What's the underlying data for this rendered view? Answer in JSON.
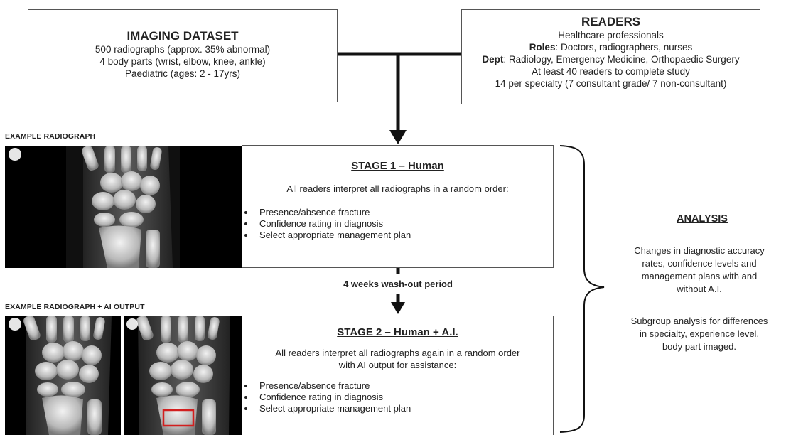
{
  "dataset": {
    "title": "IMAGING DATASET",
    "lines": [
      "500 radiographs (approx. 35% abnormal)",
      "4 body parts (wrist, elbow, knee, ankle)",
      "Paediatric (ages: 2 - 17yrs)"
    ]
  },
  "readers": {
    "title": "READERS",
    "line1": "Healthcare professionals",
    "roles_label": "Roles",
    "roles_value": ": Doctors, radiographers, nurses",
    "dept_label": "Dept",
    "dept_value": ": Radiology, Emergency Medicine, Orthopaedic Surgery",
    "line4": "At least 40 readers to complete study",
    "line5": "14 per specialty (7 consultant grade/ 7 non-consultant)"
  },
  "example1_label": "EXAMPLE RADIOGRAPH",
  "example2_label": "EXAMPLE RADIOGRAPH + AI OUTPUT",
  "stage1": {
    "title": "STAGE 1 –  Human",
    "intro": "All readers interpret all radiographs in a random order:",
    "bullets": [
      "Presence/absence fracture",
      "Confidence rating in diagnosis",
      "Select appropriate management plan"
    ]
  },
  "washout": "4 weeks wash-out period",
  "stage2": {
    "title": "STAGE 2 – Human + A.I.",
    "intro1": "All readers interpret all radiographs again in a random order",
    "intro2": "with AI output for assistance:",
    "bullets": [
      "Presence/absence fracture",
      "Confidence rating in diagnosis",
      "Select appropriate management plan"
    ]
  },
  "analysis": {
    "title": "ANALYSIS",
    "para1": [
      "Changes in diagnostic accuracy",
      "rates, confidence levels and",
      "management plans with and",
      "without A.I."
    ],
    "para2": [
      "Subgroup analysis for differences",
      "in specialty, experience level,",
      "body part imaged."
    ]
  },
  "colors": {
    "ai_box": "#d21f1f",
    "line": "#111111",
    "border": "#555555"
  }
}
